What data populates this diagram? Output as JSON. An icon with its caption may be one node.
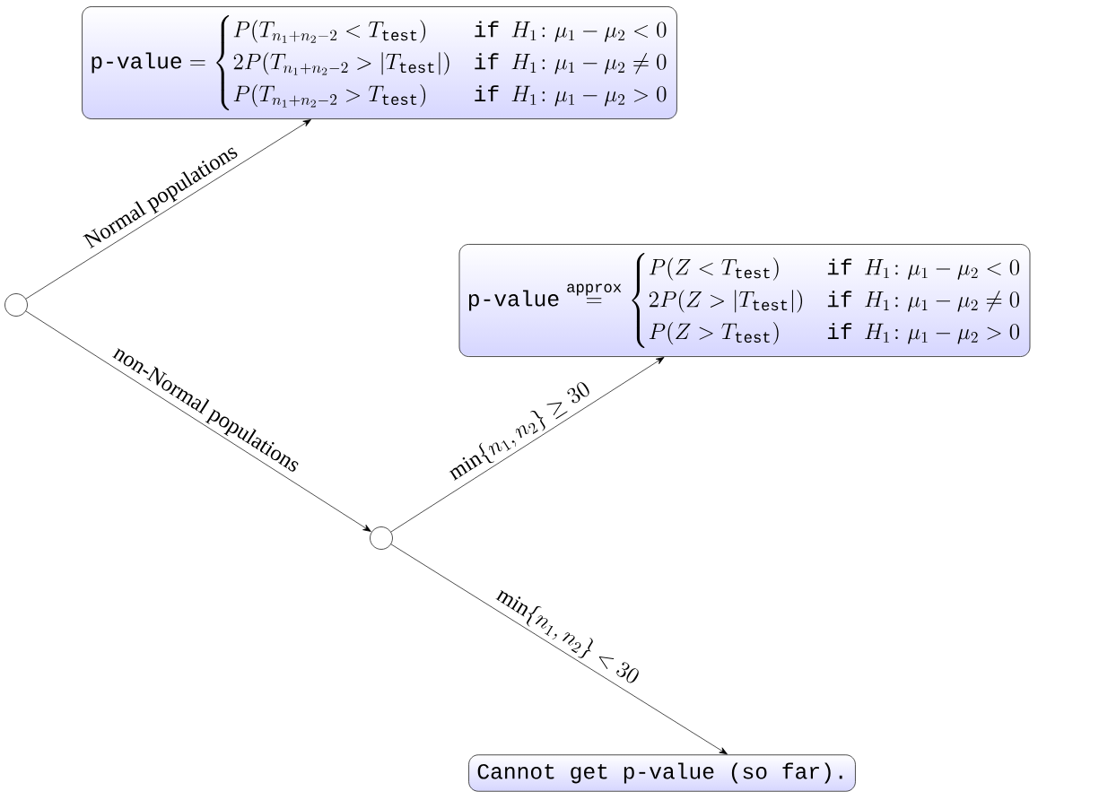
{
  "diagram": {
    "nodes": [
      {
        "text": [],
        "shape": "circle"
      },
      {
        "text": [
          "\\texttt{p-value} = \\begin{cases} P(T_{n_1+n_2-2} < T_{\\texttt{test}}) & \\texttt{if}\\ \\ H_1\\colon \\mu_1-\\mu_2<0 \\\\ 2P(T_{n_1+n_2-2} > |T_{\\texttt{test}}|) & \\texttt{if}\\ \\ H_1\\colon \\mu_1-\\mu_2\\neq 0 \\\\ P(T_{n_1+n_2-2} > T_{\\texttt{test}}) & \\texttt{if}\\ \\ H_1\\colon \\mu_1-\\mu_2>0 \\end{cases}"
        ]
      },
      {
        "text": [],
        "shape": "circle"
      },
      {
        "text": [
          "\\texttt{p-value} \\stackrel{\\texttt{approx}}{=} \\begin{cases} P(Z < T_{\\texttt{test}}) & \\texttt{if}\\ \\ H_1\\colon \\mu_1-\\mu_2<0 \\\\ 2P(Z > |T_{\\texttt{test}}|) & \\texttt{if}\\ \\ H_1\\colon \\mu_1-\\mu_2\\neq 0 \\\\ P(Z > T_{\\texttt{test}}) & \\texttt{if}\\ \\ H_1\\colon \\mu_1-\\mu_2>0 \\end{cases}"
        ]
      },
      {
        "text": [
          "Cannot get p-value (so far)."
        ]
      }
    ],
    "edges": [
      {
        "from": 0,
        "to": 1,
        "arrow": "to",
        "label": "Normal populations"
      },
      {
        "from": 0,
        "to": 2,
        "arrow": "to",
        "label": "non-Normal populations"
      },
      {
        "from": 2,
        "to": 3,
        "arrow": "to",
        "label": "\\min\\{n_1,n_2\\}\\geq 30"
      },
      {
        "from": 2,
        "to": 4,
        "arrow": "to",
        "label": "\\min\\{n_1,n_2\\} < 30"
      }
    ]
  }
}
